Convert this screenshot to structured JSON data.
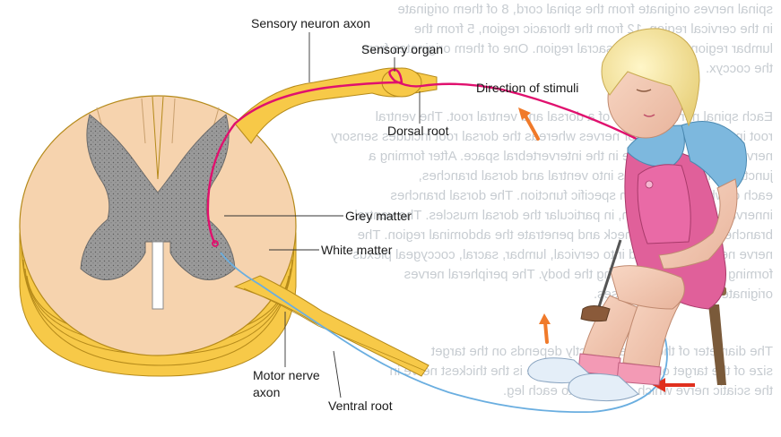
{
  "labels": {
    "sensory_neuron_axon": "Sensory neuron axon",
    "sensory_organ": "Sensory organ",
    "direction_of_stimuli": "Direction of stimuli",
    "dorsal_root": "Dorsal root",
    "grey_matter": "Grey matter",
    "white_matter": "White matter",
    "motor_nerve_axon_line1": "Motor nerve",
    "motor_nerve_axon_line2": "axon",
    "ventral_root": "Ventral root"
  },
  "colors": {
    "white_matter": "#f6d3ae",
    "grey_matter": "#9a9a9a",
    "nerve": "#f7c948",
    "sensory_path": "#e0106e",
    "motor_path": "#6aaee0",
    "stimulus_arrow": "#e0301e",
    "direction_arrow": "#f07a2a"
  },
  "background_text": [
    "spinal nerves originate from the spinal cord, 8 of them originate",
    "in the cervical region, 12 from the thoracic region, 5 from the",
    "lumbar region and 5 in the sacral region. One of them originates from",
    "the coccyx.",
    "Each spinal nerve consists of a dorsal and ventral root. The ventral",
    "root innervates the motor nerves whereas the dorsal root includes sensory",
    "nerves. These fibers fuse in the intervertebral space. After forming a",
    "junction, the nerve divides into ventral and dorsal branches,",
    "each of which has its own specific function. The dorsal branches",
    "innervate the back region, in particular the dorsal muscles. The ventral",
    "branches innervate the neck and penetrate the abdominal region. The",
    "nerve network is divided into cervical, lumbar, sacral, coccygeal plexus",
    "forming a network innervating the body. The peripheral nerves",
    "originate from these plexuses.",
    "The diameter of the nerves directly depends on the target",
    "size of the target organ. The sciatic nerve is the thickest nerve in",
    "the sciatic nerve which extends into each leg."
  ]
}
